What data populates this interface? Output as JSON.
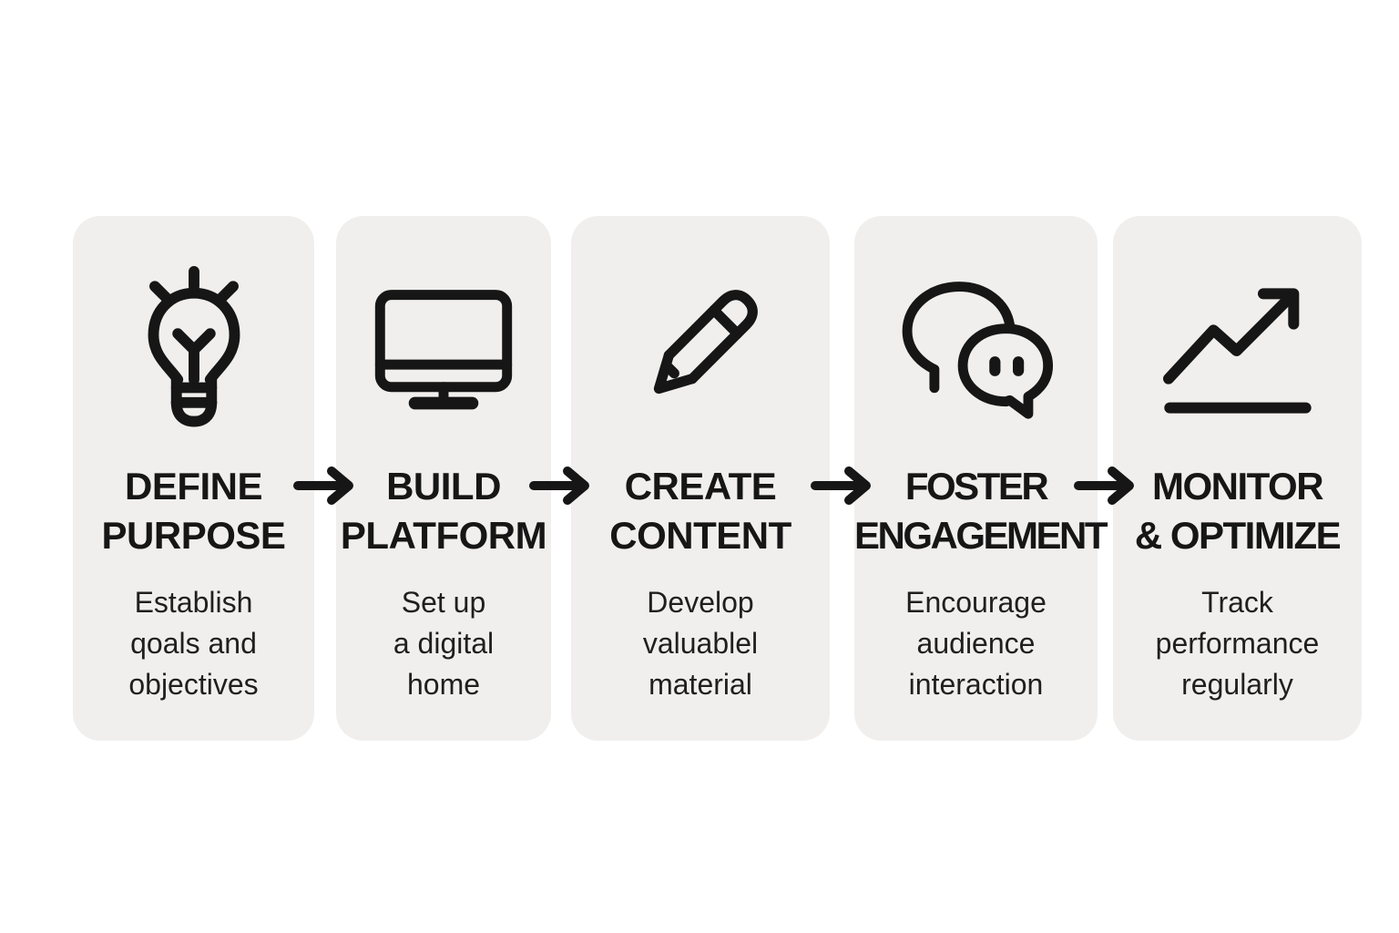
{
  "page": {
    "background_color": "#ffffff",
    "card_background_color": "#f0efed",
    "ink_color": "#161616",
    "description": "Five-step process flow diagram with arrows between cards"
  },
  "steps": [
    {
      "icon": "lightbulb-icon",
      "title": [
        "DEFINE",
        "PURPOSE"
      ],
      "desc": [
        "Establish",
        "qoals and",
        "objectives"
      ]
    },
    {
      "icon": "monitor-icon",
      "title": [
        "BUILD",
        "PLATFORM"
      ],
      "desc": [
        "Set up",
        "a digital",
        "home"
      ]
    },
    {
      "icon": "pencil-icon",
      "title": [
        "CREATE",
        "CONTENT"
      ],
      "desc": [
        "Develop",
        "valuablel",
        "material"
      ]
    },
    {
      "icon": "chat-bubbles-icon",
      "title": [
        "FOSTER",
        "ENGAGEMENT"
      ],
      "desc": [
        "Encourage",
        "audience",
        "interaction"
      ]
    },
    {
      "icon": "trending-up-icon",
      "title": [
        "MONITOR",
        "& OPTIMIZE"
      ],
      "desc": [
        "Track",
        "performance",
        "regularly"
      ]
    }
  ],
  "arrows": {
    "glyph": "right-arrow",
    "count": 4
  }
}
